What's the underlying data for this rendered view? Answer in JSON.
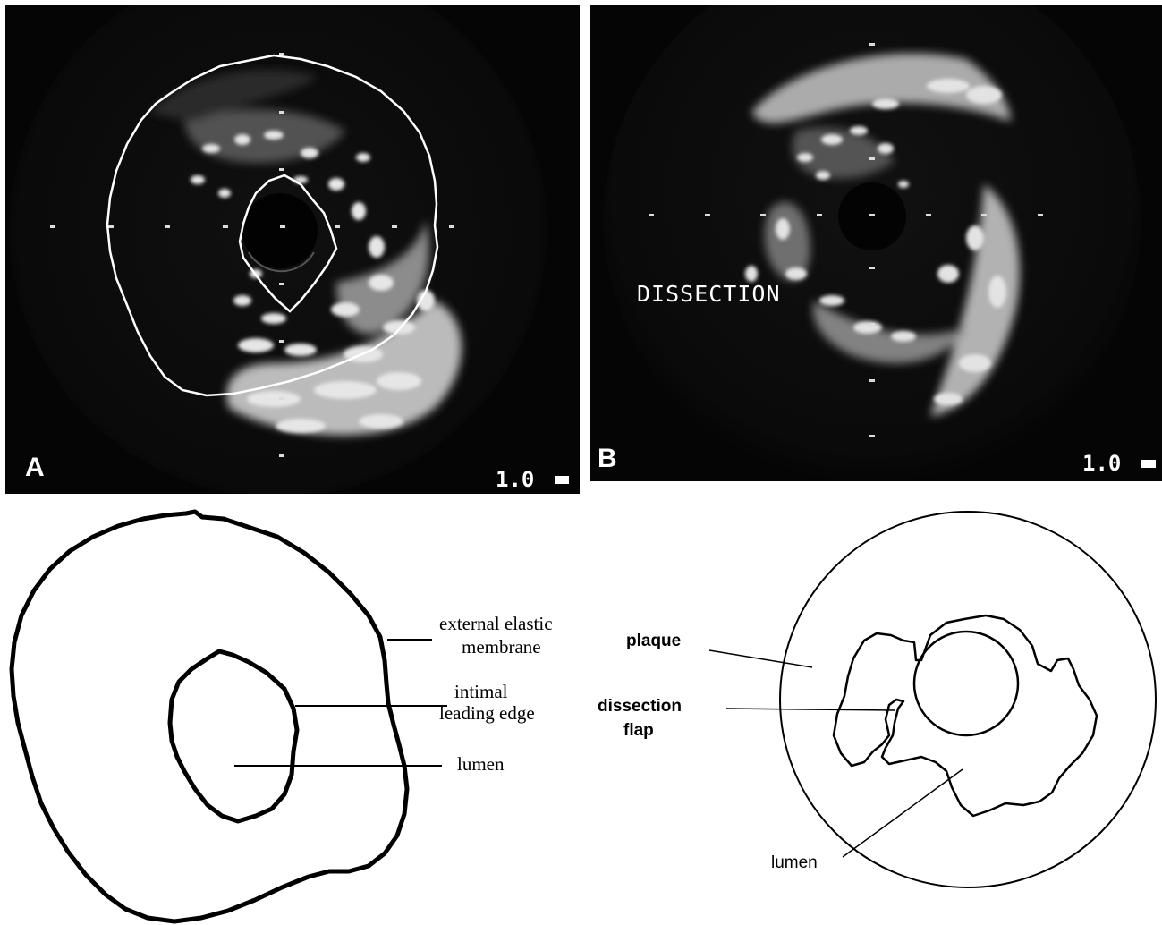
{
  "panel_a": {
    "letter": "A",
    "scale": "1.0"
  },
  "panel_b": {
    "letter": "B",
    "scale": "1.0",
    "annotation": "DISSECTION"
  },
  "diagram_a": {
    "labels": {
      "eem_line1": "external elastic",
      "eem_line2": "membrane",
      "intimal_line1": "intimal",
      "intimal_line2": "leading edge",
      "lumen": "lumen"
    }
  },
  "diagram_b": {
    "labels": {
      "plaque": "plaque",
      "dissection_line1": "dissection",
      "dissection_line2": "flap",
      "lumen": "lumen"
    }
  }
}
